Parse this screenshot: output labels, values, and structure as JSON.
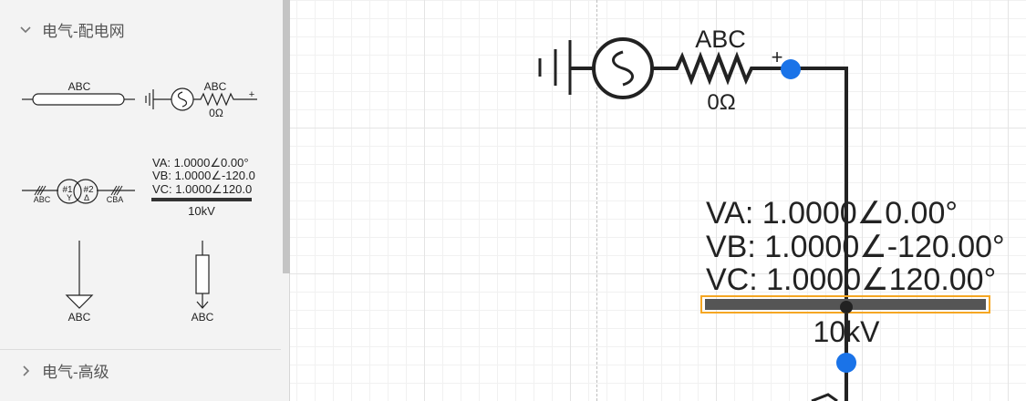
{
  "sidebar": {
    "sections": [
      {
        "label": "电气-配电网",
        "expanded": true
      },
      {
        "label": "电气-高级",
        "expanded": false
      }
    ],
    "shapes": {
      "cable": {
        "label": "ABC"
      },
      "source": {
        "label": "ABC",
        "value": "0Ω",
        "sign": "+"
      },
      "transformer": {
        "w1": "#1",
        "w2": "#2",
        "conn1": "Y",
        "conn2": "Δ",
        "left": "ABC",
        "right": "CBA"
      },
      "busbar": {
        "va": "VA: 1.0000∠0.00°",
        "vb": "VB: 1.0000∠-120.0",
        "vc": "VC: 1.0000∠120.0",
        "voltage": "10kV"
      },
      "ground": {
        "label": "ABC"
      },
      "load": {
        "label": "ABC"
      }
    }
  },
  "canvas": {
    "source": {
      "label": "ABC",
      "value": "0Ω",
      "sign": "+"
    },
    "busbar": {
      "va": "VA: 1.0000∠0.00°",
      "vb": "VB: 1.0000∠-120.00°",
      "vc": "VC: 1.0000∠120.00°",
      "voltage": "10kV"
    }
  },
  "colors": {
    "accent_port": "#1a73e8",
    "selection": "#f5a623",
    "busbar": "#555555",
    "wire": "#222222"
  }
}
